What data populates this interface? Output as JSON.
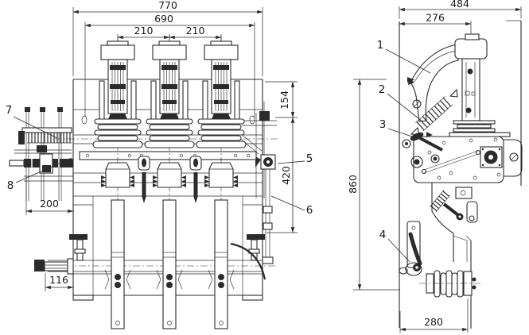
{
  "drawing": {
    "front_view": {
      "dimensions": {
        "overall_width": "770",
        "inner_width": "690",
        "pole_pitch_left": "210",
        "pole_pitch_right": "210",
        "upper_height": "154",
        "lower_height": "420",
        "left_offset": "200",
        "shaft_length": "116"
      },
      "callouts": {
        "c5": "5",
        "c6": "6",
        "c7": "7",
        "c8": "8"
      }
    },
    "side_view": {
      "dimensions": {
        "overall_depth": "484",
        "upper_depth": "276",
        "overall_height": "860",
        "base_depth": "280"
      },
      "callouts": {
        "c1": "1",
        "c2": "2",
        "c3": "3",
        "c4": "4"
      }
    },
    "colors": {
      "line": "#2b2b2b",
      "background": "#ffffff"
    }
  }
}
